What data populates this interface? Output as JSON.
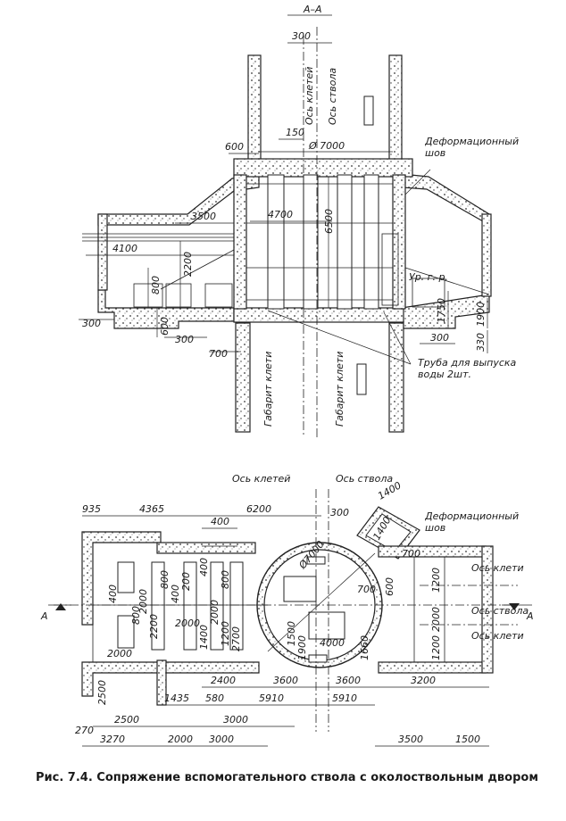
{
  "section_title": "А–А",
  "top": {
    "dims": [
      "300",
      "150",
      "600",
      "Ø 7000",
      "3500",
      "4700",
      "6500",
      "4100",
      "2200",
      "800",
      "600",
      "300",
      "300",
      "700",
      "1750",
      "1900",
      "300",
      "330"
    ],
    "labels": {
      "axis_cage": "Ось клетей",
      "axis_shaft": "Ось ствола",
      "joint": "Деформационный шов",
      "level": "Ур. г. р.",
      "pipe": "Труба для выпуска воды 2шт.",
      "gabarit_left": "Габарит клети",
      "gabarit_right": "Габарит клети"
    }
  },
  "bottom": {
    "dims_top": [
      "935",
      "4365",
      "6200",
      "400",
      "300",
      "1400",
      "1400",
      "700"
    ],
    "dims_inner": [
      "400",
      "2000",
      "800",
      "400",
      "200",
      "400",
      "2000",
      "800",
      "2200",
      "2000",
      "1400",
      "1200",
      "800",
      "2700",
      "1500",
      "1900",
      "700",
      "600",
      "4000",
      "1660",
      "1200",
      "2000",
      "1200",
      "2500",
      "2000"
    ],
    "dims_bottom": [
      "2400",
      "3600",
      "3600",
      "3200",
      "1435",
      "580",
      "5910",
      "5910",
      "270",
      "2500",
      "3000",
      "3270",
      "2000",
      "3000",
      "3500",
      "1500"
    ],
    "diameter": "Ø7000",
    "labels": {
      "axis_cage": "Ось клетей",
      "axis_shaft": "Ось ствола",
      "joint": "Деформационный шов",
      "axis_cage_r1": "Ось клети",
      "axis_shaft_r": "Ось ствола",
      "axis_cage_r2": "Ось клети",
      "section_a_left": "А",
      "section_a_right": "А"
    }
  },
  "caption": "Рис. 7.4. Сопряжение вспомогательного ствола с околоствольным двором"
}
